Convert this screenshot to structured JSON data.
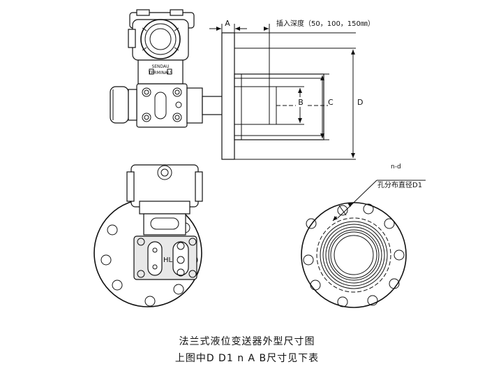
{
  "labels": {
    "dim_a": "A",
    "dim_b": "B",
    "dim_c": "C",
    "dim_d": "D",
    "insertion_depth": "插入深度（50，100，150㎜）",
    "n_d": "n-d",
    "hole_circle": "孔分布直径D1",
    "hl": "HL",
    "sendau": "SENDAU",
    "terminals": "TERMINALS"
  },
  "caption": {
    "line1": "法兰式液位变送器外型尺寸图",
    "line2": "上图中D D1 n A B尺寸见下表"
  }
}
